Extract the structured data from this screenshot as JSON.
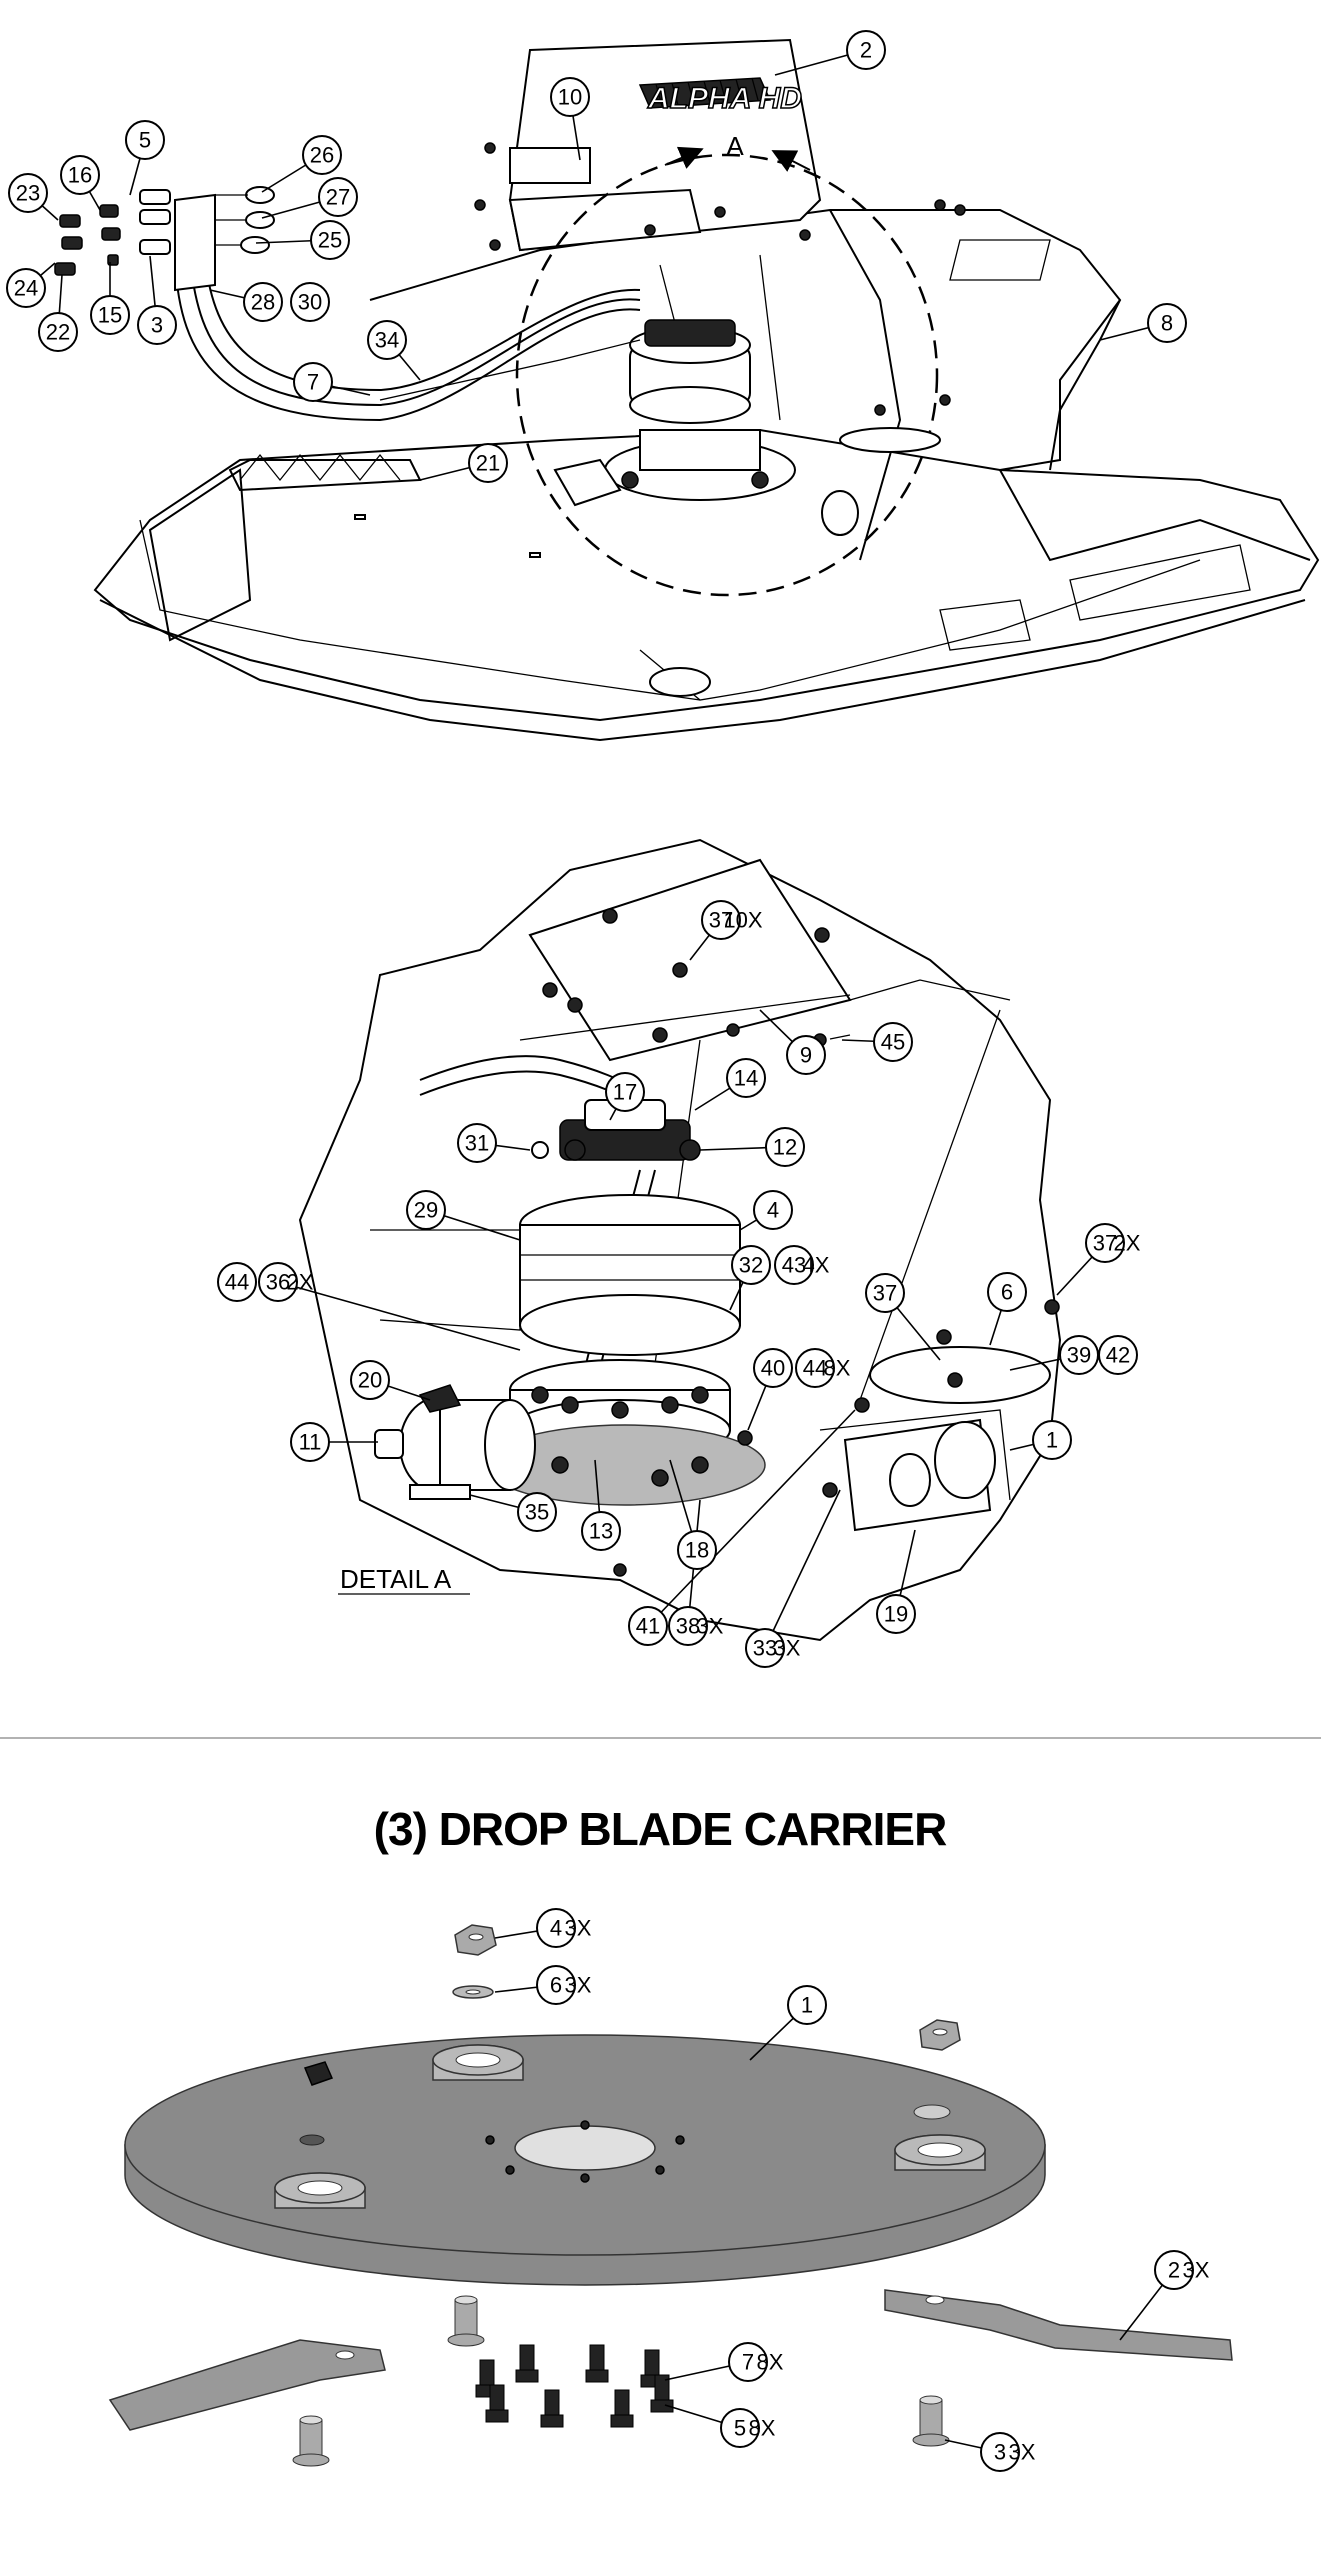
{
  "top_view": {
    "view_letter": "A",
    "brand_logo": "ALPHA HD",
    "callouts": [
      {
        "label": "2"
      },
      {
        "label": "10"
      },
      {
        "label": "5"
      },
      {
        "label": "26"
      },
      {
        "label": "27"
      },
      {
        "label": "25"
      },
      {
        "label": "16"
      },
      {
        "label": "23"
      },
      {
        "label": "24"
      },
      {
        "label": "22"
      },
      {
        "label": "15"
      },
      {
        "label": "3"
      },
      {
        "label": "28"
      },
      {
        "label": "30"
      },
      {
        "label": "34"
      },
      {
        "label": "7"
      },
      {
        "label": "21"
      },
      {
        "label": "8"
      }
    ]
  },
  "detail_view": {
    "title": "DETAIL  A",
    "callouts": [
      {
        "label": "37",
        "qty": "10X"
      },
      {
        "label": "9"
      },
      {
        "label": "45"
      },
      {
        "label": "17"
      },
      {
        "label": "14"
      },
      {
        "label": "31"
      },
      {
        "label": "12"
      },
      {
        "label": "29"
      },
      {
        "label": "4"
      },
      {
        "label": "37",
        "qty": "2X"
      },
      {
        "label": "44"
      },
      {
        "label": "36",
        "qty": "2X"
      },
      {
        "label": "32"
      },
      {
        "label": "43",
        "qty": "4X"
      },
      {
        "label": "37"
      },
      {
        "label": "6"
      },
      {
        "label": "39"
      },
      {
        "label": "42"
      },
      {
        "label": "20"
      },
      {
        "label": "40"
      },
      {
        "label": "44",
        "qty": "8X"
      },
      {
        "label": "11"
      },
      {
        "label": "1"
      },
      {
        "label": "35"
      },
      {
        "label": "13"
      },
      {
        "label": "18"
      },
      {
        "label": "41"
      },
      {
        "label": "38",
        "qty": "3X"
      },
      {
        "label": "33",
        "qty": "3X"
      },
      {
        "label": "19"
      }
    ]
  },
  "drop_blade_view": {
    "title": "(3) DROP BLADE CARRIER",
    "callouts": [
      {
        "label": "4",
        "qty": "3X"
      },
      {
        "label": "6",
        "qty": "3X"
      },
      {
        "label": "1"
      },
      {
        "label": "2",
        "qty": "3X"
      },
      {
        "label": "7",
        "qty": "8X"
      },
      {
        "label": "5",
        "qty": "8X"
      },
      {
        "label": "3",
        "qty": "3X"
      }
    ]
  }
}
